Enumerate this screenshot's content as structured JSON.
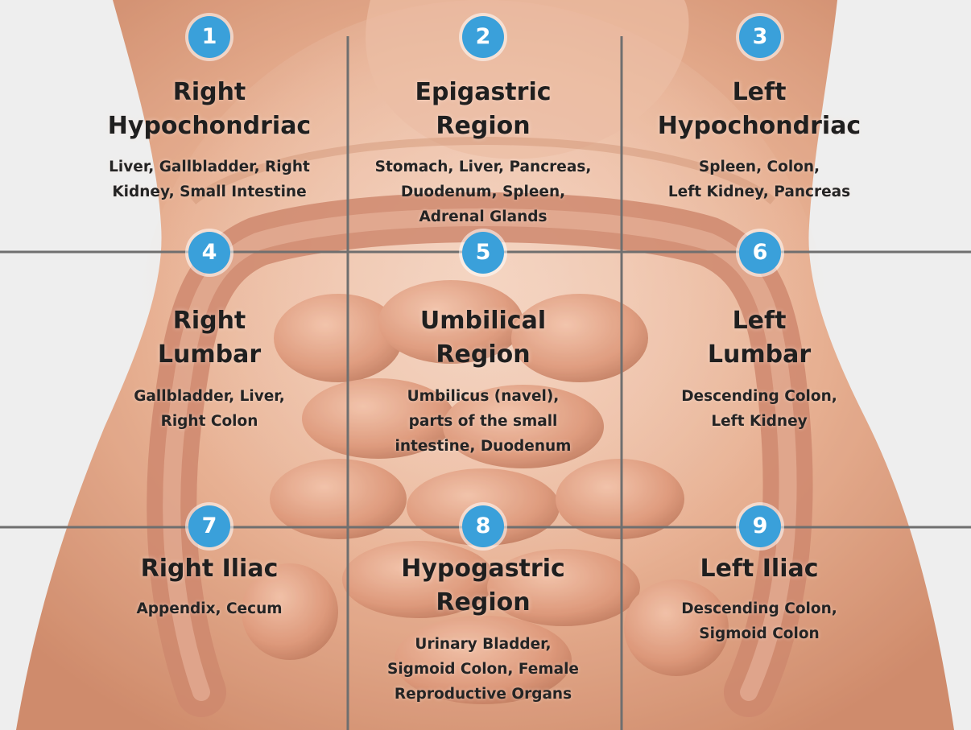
{
  "regions": [
    {
      "number": "1",
      "title": "Right\nHypochondriac",
      "organs": "Liver, Gallbladder, Right\nKidney, Small Intestine"
    },
    {
      "number": "2",
      "title": "Epigastric\nRegion",
      "organs": "Stomach, Liver, Pancreas,\nDuodenum, Spleen,\nAdrenal Glands"
    },
    {
      "number": "3",
      "title": "Left\nHypochondriac",
      "organs": "Spleen, Colon,\nLeft Kidney, Pancreas"
    },
    {
      "number": "4",
      "title": "Right\nLumbar",
      "organs": "Gallbladder, Liver,\nRight Colon"
    },
    {
      "number": "5",
      "title": "Umbilical\nRegion",
      "organs": "Umbilicus (navel),\nparts of the small\nintestine, Duodenum"
    },
    {
      "number": "6",
      "title": "Left\nLumbar",
      "organs": "Descending Colon,\nLeft Kidney"
    },
    {
      "number": "7",
      "title": "Right Iliac",
      "organs": "Appendix, Cecum"
    },
    {
      "number": "8",
      "title": "Hypogastric\nRegion",
      "organs": "Urinary Bladder,\nSigmoid Colon, Female\nReproductive Organs"
    },
    {
      "number": "9",
      "title": "Left Iliac",
      "organs": "Descending Colon,\nSigmoid Colon"
    }
  ],
  "colors": {
    "badge": "#3aa0da",
    "skin": "#e2a07e",
    "intestine": "#d98a68",
    "grid_line": "#6f6f6f",
    "text": "#1f1f1f"
  }
}
